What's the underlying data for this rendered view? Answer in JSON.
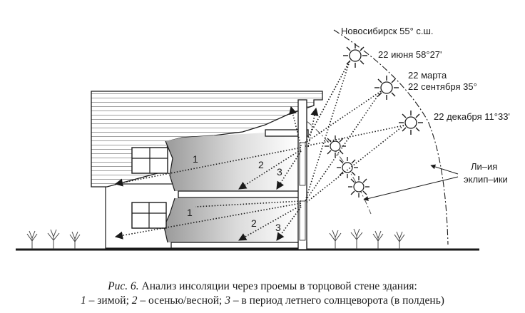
{
  "labels": {
    "city": "Новосибирск 55° с.ш.",
    "summer": "22 июня 58°27'",
    "equinox_1": "22 марта",
    "equinox_2": "22 сентября 35°",
    "winter": "22 декабря 11°33'",
    "ecliptic_1": "Ли–ия",
    "ecliptic_2": "эклип–ики"
  },
  "ray_numbers": [
    "1",
    "2",
    "3"
  ],
  "caption": {
    "fig": "Рис. 6.",
    "title": "Анализ инсоляции через проемы в торцовой стене здания:",
    "n1": "1",
    "t1": " – зимой; ",
    "n2": "2",
    "t2": " – осенью/весной; ",
    "n3": "3",
    "t3": " – в период летнего солнцеворота (в полдень)"
  }
}
